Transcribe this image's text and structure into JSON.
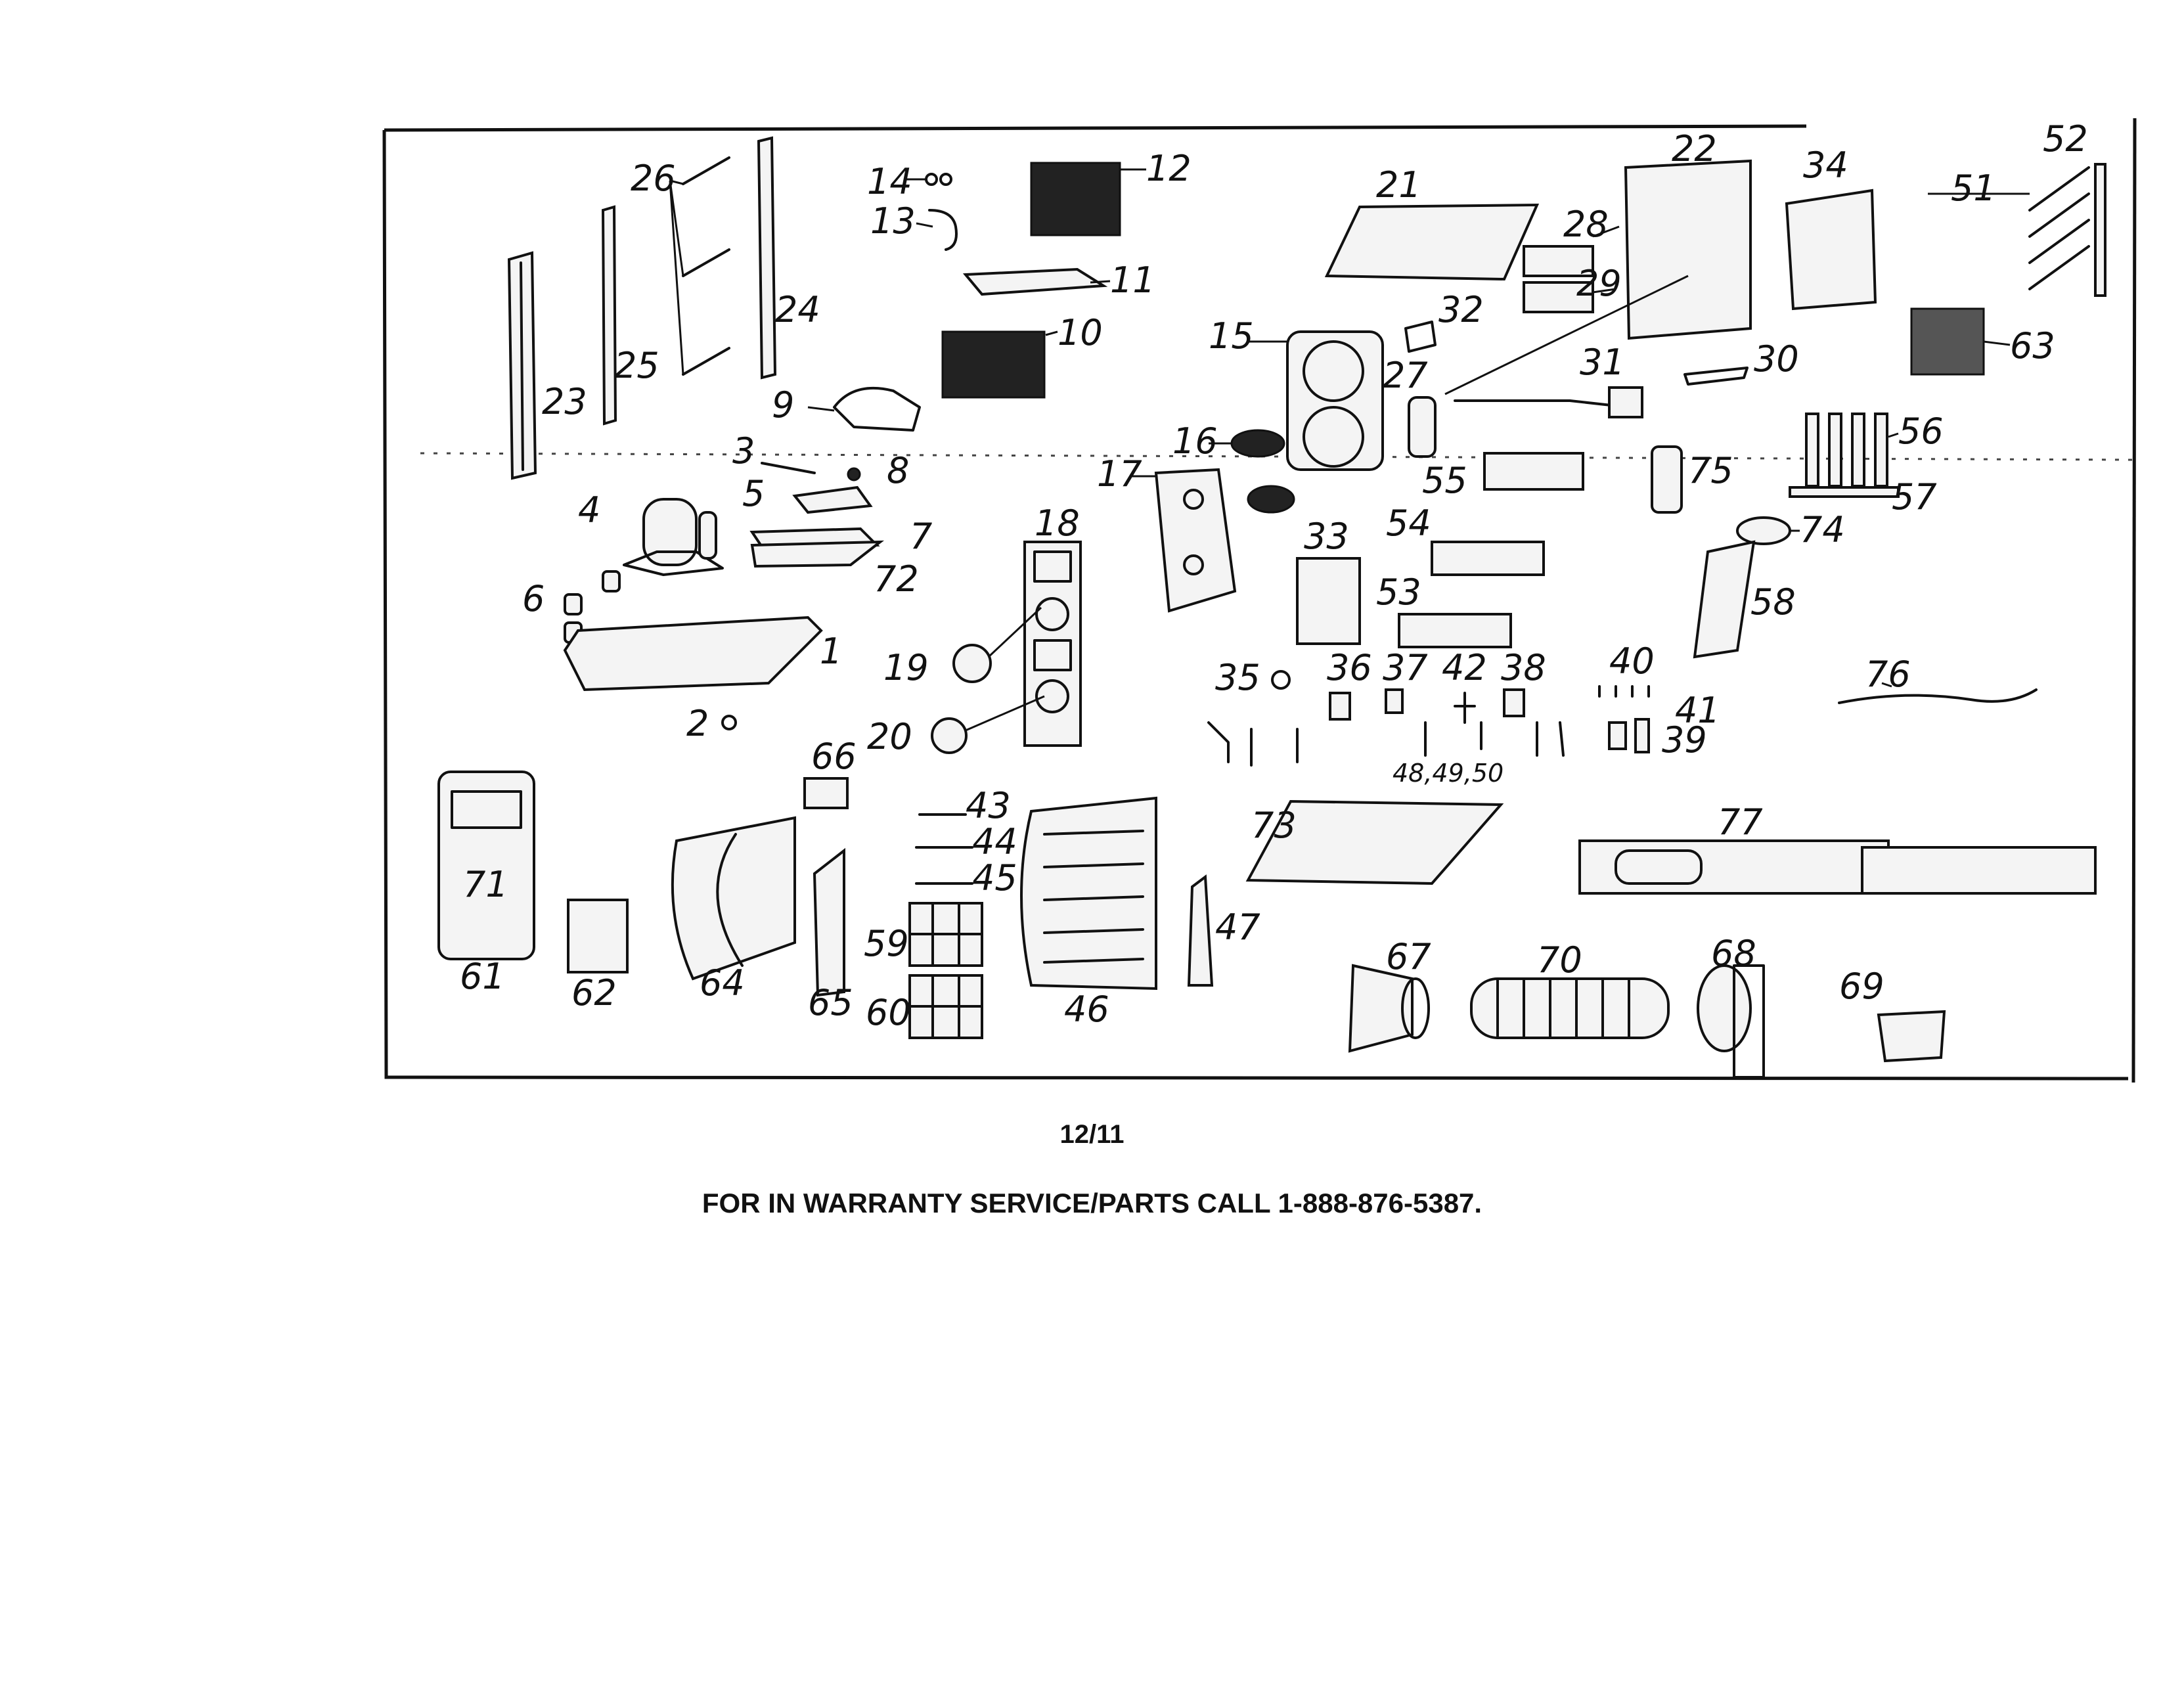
{
  "diagram": {
    "date": "12/11",
    "service_note": "FOR IN WARRANTY SERVICE/PARTS CALL 1-888-876-5387.",
    "callouts": {
      "c1": "1",
      "c2": "2",
      "c3": "3",
      "c4": "4",
      "c5": "5",
      "c6": "6",
      "c7": "7",
      "c8": "8",
      "c9": "9",
      "c10": "10",
      "c11": "11",
      "c12": "12",
      "c13": "13",
      "c14": "14",
      "c15": "15",
      "c16": "16",
      "c17": "17",
      "c18": "18",
      "c19": "19",
      "c20": "20",
      "c21": "21",
      "c22": "22",
      "c23": "23",
      "c24": "24",
      "c25": "25",
      "c26": "26",
      "c27": "27",
      "c28": "28",
      "c29": "29",
      "c30": "30",
      "c31": "31",
      "c32": "32",
      "c33": "33",
      "c34": "34",
      "c35": "35",
      "c36": "36",
      "c37": "37",
      "c38": "38",
      "c39": "39",
      "c40": "40",
      "c41": "41",
      "c42": "42",
      "c43": "43",
      "c44": "44",
      "c45": "45",
      "c46": "46",
      "c47": "47",
      "c48": "48,49,50",
      "c51": "51",
      "c52": "52",
      "c53": "53",
      "c54": "54",
      "c55": "55",
      "c56": "56",
      "c57": "57",
      "c58": "58",
      "c59": "59",
      "c60": "60",
      "c61": "61",
      "c62": "62",
      "c63": "63",
      "c64": "64",
      "c65": "65",
      "c66": "66",
      "c67": "67",
      "c68": "68",
      "c69": "69",
      "c70": "70",
      "c71": "71",
      "c72": "72",
      "c73": "73",
      "c74": "74",
      "c75": "75",
      "c76": "76",
      "c77": "77"
    }
  }
}
